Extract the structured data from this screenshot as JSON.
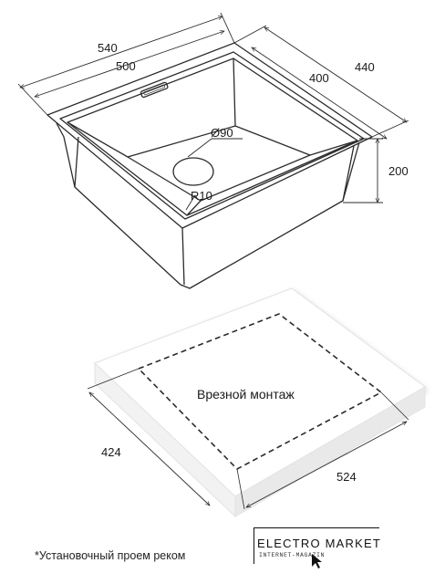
{
  "sink": {
    "dims": {
      "outer_width": "540",
      "inner_width": "500",
      "outer_depth": "440",
      "inner_depth": "400",
      "height": "200",
      "drain_diameter": "Ø90",
      "corner_radius": "R10"
    }
  },
  "cutout": {
    "label": "Врезной монтаж",
    "width": "524",
    "depth": "424"
  },
  "footnote": "*Установочный проем реком",
  "logo": {
    "title": "ELECTRO MARKET",
    "subtitle": "INTERNET-MAGAZIN"
  },
  "colors": {
    "line": "#2b2b2b",
    "slab_fill": "#ffffff",
    "slab_shadow": "#d9d9d9"
  }
}
